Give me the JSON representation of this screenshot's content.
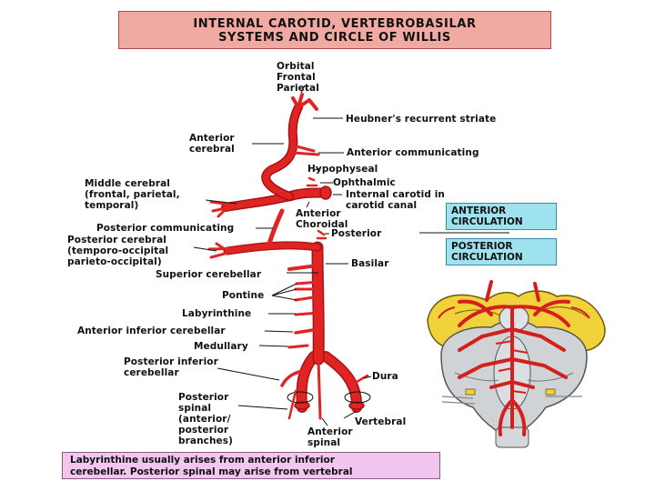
{
  "title": {
    "line1": "INTERNAL CAROTID, VERTEBROBASILAR",
    "line2": "SYSTEMS AND CIRCLE OF WILLIS"
  },
  "labels": {
    "orbital": "Orbital",
    "frontal": "Frontal",
    "parietal": "Parietal",
    "heubner": "Heubner's recurrent striate",
    "anterior_cerebral": "Anterior\ncerebral",
    "anterior_communicating": "Anterior communicating",
    "hypophyseal": "Hypophyseal",
    "ophthalmic": "Ophthalmic",
    "internal_carotid": "Internal carotid in\ncarotid canal",
    "middle_cerebral": "Middle cerebral\n(frontal, parietal,\ntemporal)",
    "anterior_choroidal": "Anterior\nChoroidal",
    "posterior_communicating": "Posterior communicating",
    "posterior_cerebral": "Posterior cerebral\n(temporo-occipital\nparieto-occipital)",
    "posterior": "Posterior",
    "basilar": "Basilar",
    "superior_cerebellar": "Superior cerebellar",
    "pontine": "Pontine",
    "labyrinthine": "Labyrinthine",
    "anterior_inferior_cerebellar": "Anterior inferior cerebellar",
    "medullary": "Medullary",
    "posterior_inferior_cerebellar": "Posterior inferior\ncerebellar",
    "dura": "Dura",
    "posterior_spinal": "Posterior\nspinal\n(anterior/\nposterior\nbranches)",
    "vertebral": "Vertebral",
    "anterior_spinal": "Anterior\nspinal"
  },
  "legend": {
    "anterior": "ANTERIOR\nCIRCULATION",
    "posterior": "POSTERIOR\nCIRCULATION"
  },
  "note": {
    "line1": "Labyrinthine usually arises from anterior inferior",
    "line2": "cerebellar. Posterior spinal may arise from vertebral"
  },
  "colors": {
    "artery": "#e02424",
    "artery_dark": "#9c1010",
    "title_bg": "#f1aaa2",
    "legend_bg": "#9fe2ef",
    "note_bg": "#f2c6ef",
    "brain_yellow": "#f2d23a",
    "brain_grey": "#cfd3d6"
  }
}
